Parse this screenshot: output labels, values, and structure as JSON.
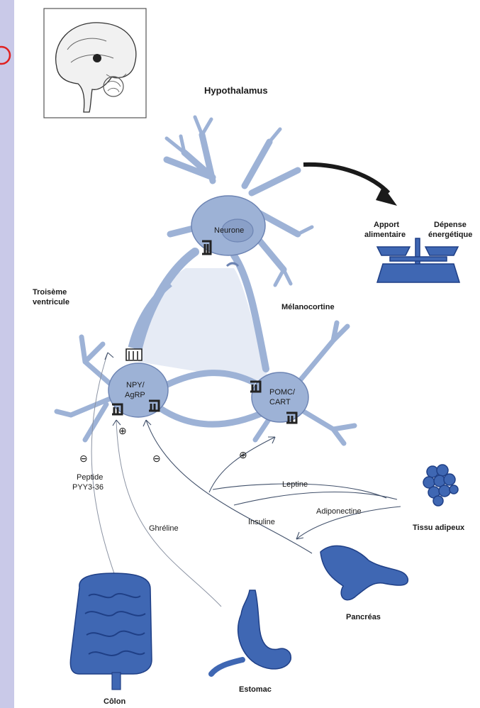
{
  "labels": {
    "hypothalamus": "Hypothalamus",
    "neurone": "Neurone",
    "apport": "Apport",
    "alimentaire": "alimentaire",
    "depense": "Dépense",
    "energetique": "énergétique",
    "troisieme": "Troisème",
    "ventricule": "ventricule",
    "melanocortine": "Mélanocortine",
    "npy_1": "NPY/",
    "npy_2": "AgRP",
    "pomc_1": "POMC/",
    "pomc_2": "CART",
    "peptide_1": "Peptide",
    "peptide_2": "PYY3-36",
    "ghreline": "Ghréline",
    "leptine": "Leptine",
    "adiponectine": "Adiponectine",
    "insuline": "Insuline",
    "tissu": "Tissu adipeux",
    "pancreas": "Pancréas",
    "colon": "Côlon",
    "estomac": "Estomac"
  },
  "signs": {
    "minus": "⊖",
    "plus": "⊕"
  },
  "colors": {
    "slide_background": "#c9c9e8",
    "panel": "#ffffff",
    "neuron_fill": "#9db2d6",
    "organ_fill": "#3f67b3",
    "marker_red": "#e02020"
  }
}
